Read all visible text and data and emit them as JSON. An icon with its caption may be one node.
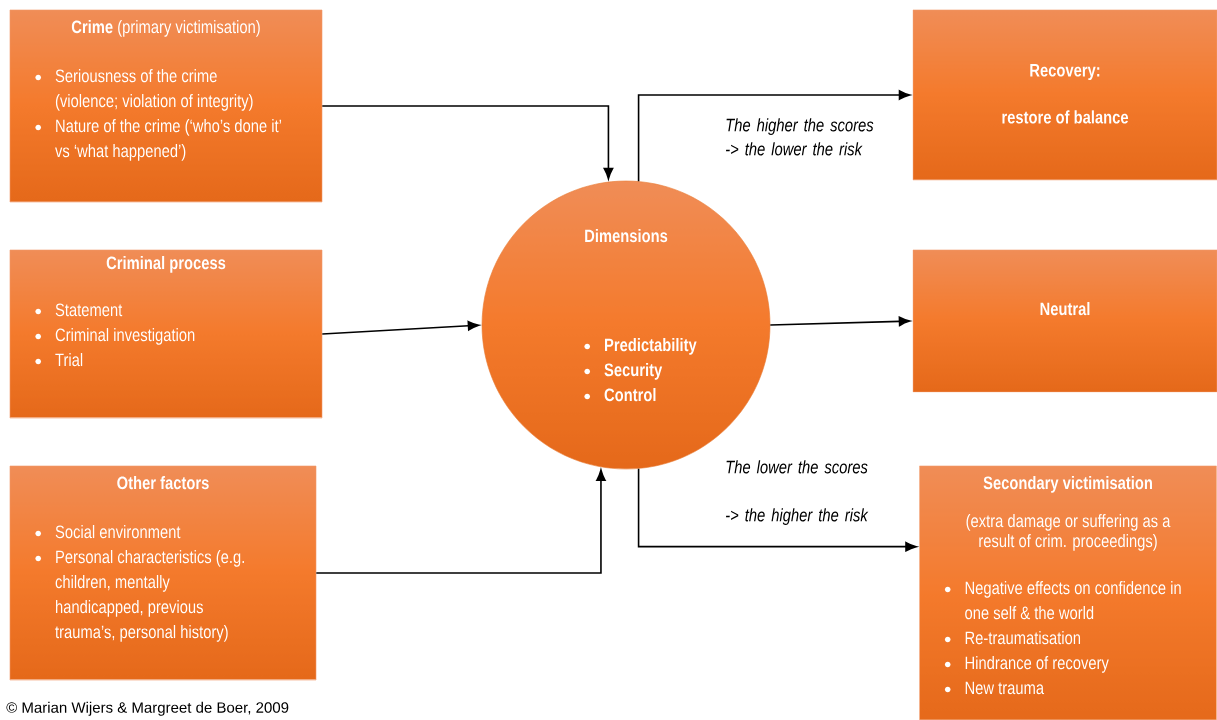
{
  "diagram": {
    "nodes": [
      {
        "text": [
          "**Crime** (primary victimisation)",
          "Seriousness of the crime (violence; violation of integrity)",
          "Nature of the crime (‘who’s done it’ vs ‘what happened’)"
        ]
      },
      {
        "text": [
          "Criminal process",
          "Statement",
          "Criminal investigation",
          "Trial"
        ]
      },
      {
        "text": [
          "Other factors",
          "Social environment",
          "Personal characteristics (e.g. children, mentally handicapped, previous trauma’s, personal history)"
        ]
      },
      {
        "text": [
          "Dimensions",
          "Predictability",
          "Security",
          "Control"
        ]
      },
      {
        "text": [
          "Recovery:",
          "restore of balance"
        ]
      },
      {
        "text": [
          "Neutral"
        ]
      },
      {
        "text": [
          "Secondary victimisation",
          "(extra damage or suffering as a result of crim. proceedings)",
          "Negative effects on confidence in one self & the world",
          "Re-traumatisation",
          "Hindrance of recovery",
          "New trauma"
        ]
      }
    ],
    "edges": [
      {
        "from": 0,
        "to": 3,
        "arrow": "to"
      },
      {
        "from": 1,
        "to": 3,
        "arrow": "to"
      },
      {
        "from": 2,
        "to": 3,
        "arrow": "to"
      },
      {
        "from": 3,
        "to": 4,
        "arrow": "to",
        "label": "The higher the scores -> the lower the risk"
      },
      {
        "from": 3,
        "to": 5,
        "arrow": "to"
      },
      {
        "from": 3,
        "to": 6,
        "arrow": "to",
        "label": "The lower the scores -> the higher the risk"
      }
    ],
    "labels": [
      "© Marian Wijers & Margreet de Boer, 2009"
    ]
  }
}
